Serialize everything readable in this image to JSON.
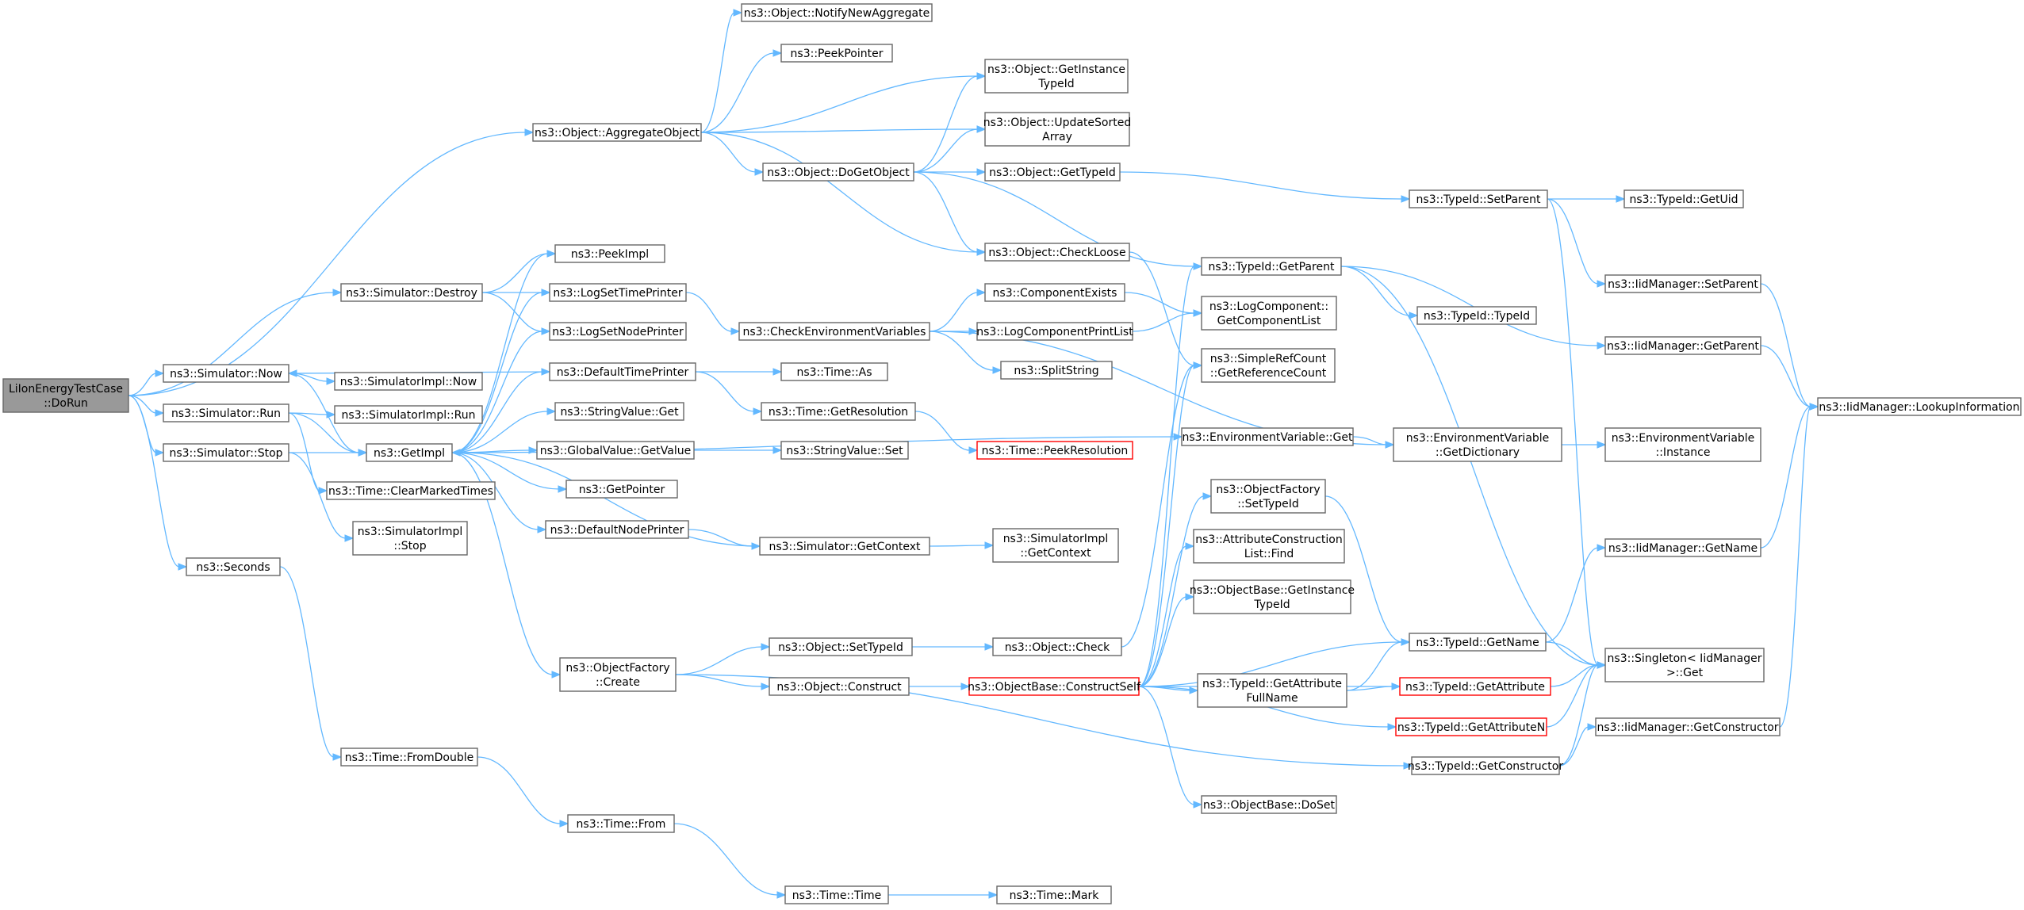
{
  "colors": {
    "edge": "#63b8ff",
    "border": "#666666",
    "root_fill": "#999999",
    "truncated_border": "#ff0000"
  },
  "nodes": [
    {
      "id": "root",
      "lines": [
        "LiIonEnergyTestCase",
        "::DoRun"
      ],
      "root": true
    },
    {
      "id": "aggregate",
      "lines": [
        "ns3::Object::AggregateObject"
      ]
    },
    {
      "id": "notify",
      "lines": [
        "ns3::Object::NotifyNewAggregate"
      ]
    },
    {
      "id": "peekptr",
      "lines": [
        "ns3::PeekPointer"
      ]
    },
    {
      "id": "getinst",
      "lines": [
        "ns3::Object::GetInstance",
        "TypeId"
      ]
    },
    {
      "id": "updsorted",
      "lines": [
        "ns3::Object::UpdateSorted",
        "Array"
      ]
    },
    {
      "id": "dogetobj",
      "lines": [
        "ns3::Object::DoGetObject"
      ]
    },
    {
      "id": "gettypeid",
      "lines": [
        "ns3::Object::GetTypeId"
      ]
    },
    {
      "id": "checkloose",
      "lines": [
        "ns3::Object::CheckLoose"
      ]
    },
    {
      "id": "setparent",
      "lines": [
        "ns3::TypeId::SetParent"
      ]
    },
    {
      "id": "getuid",
      "lines": [
        "ns3::TypeId::GetUid"
      ]
    },
    {
      "id": "iid_setparent",
      "lines": [
        "ns3::IidManager::SetParent"
      ]
    },
    {
      "id": "iid_getparent",
      "lines": [
        "ns3::IidManager::GetParent"
      ]
    },
    {
      "id": "lookup",
      "lines": [
        "ns3::IidManager::LookupInformation"
      ]
    },
    {
      "id": "tid_getparent",
      "lines": [
        "ns3::TypeId::GetParent"
      ]
    },
    {
      "id": "tid_typeid",
      "lines": [
        "ns3::TypeId::TypeId"
      ]
    },
    {
      "id": "destroy",
      "lines": [
        "ns3::Simulator::Destroy"
      ]
    },
    {
      "id": "peekimpl",
      "lines": [
        "ns3::PeekImpl"
      ]
    },
    {
      "id": "logsettp",
      "lines": [
        "ns3::LogSetTimePrinter"
      ]
    },
    {
      "id": "logsetnp",
      "lines": [
        "ns3::LogSetNodePrinter"
      ]
    },
    {
      "id": "checkenv",
      "lines": [
        "ns3::CheckEnvironmentVariables"
      ]
    },
    {
      "id": "compexists",
      "lines": [
        "ns3::ComponentExists"
      ]
    },
    {
      "id": "getcomplist",
      "lines": [
        "ns3::LogComponent::",
        "GetComponentList"
      ]
    },
    {
      "id": "logcompprint",
      "lines": [
        "ns3::LogComponentPrintList"
      ]
    },
    {
      "id": "splitstring",
      "lines": [
        "ns3::SplitString"
      ]
    },
    {
      "id": "getrefcount",
      "lines": [
        "ns3::SimpleRefCount",
        "::GetReferenceCount"
      ]
    },
    {
      "id": "simnow",
      "lines": [
        "ns3::Simulator::Now"
      ]
    },
    {
      "id": "implnow",
      "lines": [
        "ns3::SimulatorImpl::Now"
      ]
    },
    {
      "id": "simrun",
      "lines": [
        "ns3::Simulator::Run"
      ]
    },
    {
      "id": "implrun",
      "lines": [
        "ns3::SimulatorImpl::Run"
      ]
    },
    {
      "id": "simstop",
      "lines": [
        "ns3::Simulator::Stop"
      ]
    },
    {
      "id": "getimpl",
      "lines": [
        "ns3::GetImpl"
      ]
    },
    {
      "id": "deftp",
      "lines": [
        "ns3::DefaultTimePrinter"
      ]
    },
    {
      "id": "timeas",
      "lines": [
        "ns3::Time::As"
      ]
    },
    {
      "id": "timegetres",
      "lines": [
        "ns3::Time::GetResolution"
      ]
    },
    {
      "id": "peekres",
      "lines": [
        "ns3::Time::PeekResolution"
      ],
      "truncated": true
    },
    {
      "id": "strget",
      "lines": [
        "ns3::StringValue::Get"
      ]
    },
    {
      "id": "gvget",
      "lines": [
        "ns3::GlobalValue::GetValue"
      ]
    },
    {
      "id": "strset",
      "lines": [
        "ns3::StringValue::Set"
      ]
    },
    {
      "id": "envget",
      "lines": [
        "ns3::EnvironmentVariable::Get"
      ]
    },
    {
      "id": "envdict",
      "lines": [
        "ns3::EnvironmentVariable",
        "::GetDictionary"
      ]
    },
    {
      "id": "envinst",
      "lines": [
        "ns3::EnvironmentVariable",
        "::Instance"
      ]
    },
    {
      "id": "clearmt",
      "lines": [
        "ns3::Time::ClearMarkedTimes"
      ]
    },
    {
      "id": "getptr",
      "lines": [
        "ns3::GetPointer"
      ]
    },
    {
      "id": "implstop",
      "lines": [
        "ns3::SimulatorImpl",
        "::Stop"
      ]
    },
    {
      "id": "defnp",
      "lines": [
        "ns3::DefaultNodePrinter"
      ]
    },
    {
      "id": "simgetctx",
      "lines": [
        "ns3::Simulator::GetContext"
      ]
    },
    {
      "id": "implgetctx",
      "lines": [
        "ns3::SimulatorImpl",
        "::GetContext"
      ]
    },
    {
      "id": "ofsettid",
      "lines": [
        "ns3::ObjectFactory",
        "::SetTypeId"
      ]
    },
    {
      "id": "acfind",
      "lines": [
        "ns3::AttributeConstruction",
        "List::Find"
      ]
    },
    {
      "id": "obginst",
      "lines": [
        "ns3::ObjectBase::GetInstance",
        "TypeId"
      ]
    },
    {
      "id": "iid_getname",
      "lines": [
        "ns3::IidManager::GetName"
      ]
    },
    {
      "id": "seconds",
      "lines": [
        "ns3::Seconds"
      ]
    },
    {
      "id": "ofcreate",
      "lines": [
        "ns3::ObjectFactory",
        "::Create"
      ]
    },
    {
      "id": "objsettid",
      "lines": [
        "ns3::Object::SetTypeId"
      ]
    },
    {
      "id": "objcheck",
      "lines": [
        "ns3::Object::Check"
      ]
    },
    {
      "id": "tidgetname",
      "lines": [
        "ns3::TypeId::GetName"
      ]
    },
    {
      "id": "singleton",
      "lines": [
        "ns3::Singleton< IidManager",
        ">::Get"
      ]
    },
    {
      "id": "objconstruct",
      "lines": [
        "ns3::Object::Construct"
      ]
    },
    {
      "id": "constructself",
      "lines": [
        "ns3::ObjectBase::ConstructSelf"
      ],
      "truncated": true
    },
    {
      "id": "getattrfull",
      "lines": [
        "ns3::TypeId::GetAttribute",
        "FullName"
      ]
    },
    {
      "id": "tidgetattr",
      "lines": [
        "ns3::TypeId::GetAttribute"
      ],
      "truncated": true
    },
    {
      "id": "tidgetattrn",
      "lines": [
        "ns3::TypeId::GetAttributeN"
      ],
      "truncated": true
    },
    {
      "id": "iid_getctor",
      "lines": [
        "ns3::IidManager::GetConstructor"
      ]
    },
    {
      "id": "tidgetctor",
      "lines": [
        "ns3::TypeId::GetConstructor"
      ]
    },
    {
      "id": "doset",
      "lines": [
        "ns3::ObjectBase::DoSet"
      ]
    },
    {
      "id": "fromdouble",
      "lines": [
        "ns3::Time::FromDouble"
      ]
    },
    {
      "id": "timefrom",
      "lines": [
        "ns3::Time::From"
      ]
    },
    {
      "id": "timetime",
      "lines": [
        "ns3::Time::Time"
      ]
    },
    {
      "id": "timemark",
      "lines": [
        "ns3::Time::Mark"
      ]
    }
  ],
  "edges": [
    [
      "root",
      "aggregate"
    ],
    [
      "root",
      "destroy"
    ],
    [
      "root",
      "simnow"
    ],
    [
      "root",
      "simrun"
    ],
    [
      "root",
      "simstop"
    ],
    [
      "root",
      "seconds"
    ],
    [
      "aggregate",
      "notify"
    ],
    [
      "aggregate",
      "peekptr"
    ],
    [
      "aggregate",
      "getinst"
    ],
    [
      "aggregate",
      "updsorted"
    ],
    [
      "aggregate",
      "dogetobj"
    ],
    [
      "aggregate",
      "checkloose"
    ],
    [
      "dogetobj",
      "getinst"
    ],
    [
      "dogetobj",
      "updsorted"
    ],
    [
      "dogetobj",
      "gettypeid"
    ],
    [
      "dogetobj",
      "checkloose"
    ],
    [
      "dogetobj",
      "tid_getparent"
    ],
    [
      "gettypeid",
      "setparent"
    ],
    [
      "setparent",
      "getuid"
    ],
    [
      "setparent",
      "iid_setparent"
    ],
    [
      "setparent",
      "singleton"
    ],
    [
      "iid_setparent",
      "lookup"
    ],
    [
      "iid_getparent",
      "lookup"
    ],
    [
      "tid_getparent",
      "tid_typeid"
    ],
    [
      "tid_getparent",
      "iid_getparent"
    ],
    [
      "tid_getparent",
      "singleton"
    ],
    [
      "checkloose",
      "getrefcount"
    ],
    [
      "destroy",
      "peekimpl"
    ],
    [
      "destroy",
      "logsettp"
    ],
    [
      "destroy",
      "logsetnp"
    ],
    [
      "logsettp",
      "checkenv"
    ],
    [
      "checkenv",
      "compexists"
    ],
    [
      "checkenv",
      "logcompprint"
    ],
    [
      "checkenv",
      "splitstring"
    ],
    [
      "checkenv",
      "envdict"
    ],
    [
      "compexists",
      "getcomplist"
    ],
    [
      "logcompprint",
      "getcomplist"
    ],
    [
      "simnow",
      "implnow"
    ],
    [
      "simnow",
      "getimpl"
    ],
    [
      "simrun",
      "implrun"
    ],
    [
      "simrun",
      "getimpl"
    ],
    [
      "simrun",
      "clearmt"
    ],
    [
      "simstop",
      "getimpl"
    ],
    [
      "simstop",
      "implstop"
    ],
    [
      "getimpl",
      "peekimpl"
    ],
    [
      "getimpl",
      "logsettp"
    ],
    [
      "getimpl",
      "logsetnp"
    ],
    [
      "getimpl",
      "deftp"
    ],
    [
      "getimpl",
      "strget"
    ],
    [
      "getimpl",
      "gvget"
    ],
    [
      "getimpl",
      "getptr"
    ],
    [
      "getimpl",
      "defnp"
    ],
    [
      "getimpl",
      "envget"
    ],
    [
      "getimpl",
      "ofcreate"
    ],
    [
      "deftp",
      "simnow"
    ],
    [
      "deftp",
      "timeas"
    ],
    [
      "deftp",
      "timegetres"
    ],
    [
      "timegetres",
      "peekres"
    ],
    [
      "gvget",
      "strset"
    ],
    [
      "envget",
      "envdict"
    ],
    [
      "envdict",
      "envinst"
    ],
    [
      "defnp",
      "simgetctx"
    ],
    [
      "simgetctx",
      "implgetctx"
    ],
    [
      "simgetctx",
      "getimpl"
    ],
    [
      "ofsettid",
      "tidgetname"
    ],
    [
      "iid_getname",
      "lookup"
    ],
    [
      "ofcreate",
      "objsettid"
    ],
    [
      "ofcreate",
      "objconstruct"
    ],
    [
      "ofcreate",
      "tidgetctor"
    ],
    [
      "objsettid",
      "objcheck"
    ],
    [
      "objcheck",
      "getrefcount"
    ],
    [
      "objconstruct",
      "constructself"
    ],
    [
      "constructself",
      "tid_getparent"
    ],
    [
      "constructself",
      "ofsettid"
    ],
    [
      "constructself",
      "acfind"
    ],
    [
      "constructself",
      "obginst"
    ],
    [
      "constructself",
      "tidgetname"
    ],
    [
      "constructself",
      "getattrfull"
    ],
    [
      "constructself",
      "tidgetattr"
    ],
    [
      "constructself",
      "tidgetattrn"
    ],
    [
      "constructself",
      "doset"
    ],
    [
      "constructself",
      "getrefcount"
    ],
    [
      "getattrfull",
      "tidgetname"
    ],
    [
      "getattrfull",
      "tidgetattr"
    ],
    [
      "tidgetname",
      "iid_getname"
    ],
    [
      "tidgetname",
      "singleton"
    ],
    [
      "tidgetattr",
      "singleton"
    ],
    [
      "tidgetattrn",
      "singleton"
    ],
    [
      "tidgetctor",
      "singleton"
    ],
    [
      "tidgetctor",
      "iid_getctor"
    ],
    [
      "iid_getctor",
      "lookup"
    ],
    [
      "seconds",
      "fromdouble"
    ],
    [
      "fromdouble",
      "timefrom"
    ],
    [
      "timefrom",
      "timetime"
    ],
    [
      "timetime",
      "timemark"
    ]
  ]
}
